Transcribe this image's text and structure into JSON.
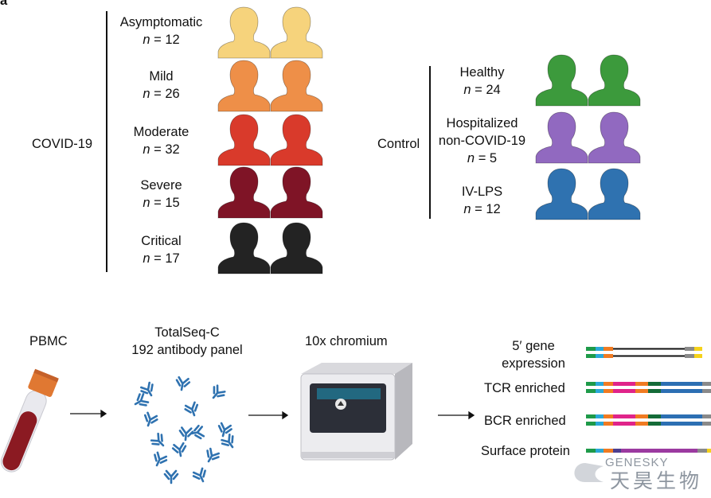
{
  "panel_letter": "a",
  "covid": {
    "label": "COVID-19",
    "groups": [
      {
        "name": "Asymptomatic",
        "n_prefix": "n",
        "n_value": "= 12",
        "color": "#f6d37c"
      },
      {
        "name": "Mild",
        "n_prefix": "n",
        "n_value": "= 26",
        "color": "#ee8f48"
      },
      {
        "name": "Moderate",
        "n_prefix": "n",
        "n_value": "= 32",
        "color": "#d93a2b"
      },
      {
        "name": "Severe",
        "n_prefix": "n",
        "n_value": "= 15",
        "color": "#7f1426"
      },
      {
        "name": "Critical",
        "n_prefix": "n",
        "n_value": "= 17",
        "color": "#232323"
      }
    ]
  },
  "control": {
    "label": "Control",
    "groups": [
      {
        "name": "Healthy",
        "name2": "",
        "n_prefix": "n",
        "n_value": "= 24",
        "color": "#3c9a3c"
      },
      {
        "name": "Hospitalized",
        "name2": "non-COVID-19",
        "n_prefix": "n",
        "n_value": "= 5",
        "color": "#9169c0"
      },
      {
        "name": "IV-LPS",
        "name2": "",
        "n_prefix": "n",
        "n_value": "= 12",
        "color": "#2f72b0"
      }
    ]
  },
  "workflow": {
    "pbmc": "PBMC",
    "panel_line1": "TotalSeq-C",
    "panel_line2": "192 antibody panel",
    "chromium": "10x chromium",
    "outputs": [
      {
        "line1": "5′ gene",
        "line2": "expression"
      },
      {
        "line1": "TCR enriched",
        "line2": ""
      },
      {
        "line1": "BCR enriched",
        "line2": ""
      },
      {
        "line1": "Surface protein",
        "line2": ""
      }
    ]
  },
  "colors": {
    "antibody": "#2f72b0",
    "tube_cap": "#e07832",
    "blood": "#8b1a22",
    "seg_green": "#1e9a49",
    "seg_cyan": "#2aa8d8",
    "seg_orange": "#f07b22",
    "seg_magenta": "#e0248a",
    "seg_darkgreen": "#146b38",
    "seg_blue": "#2c6fb3",
    "seg_gray": "#8a8a8a",
    "seg_yellow": "#f5d21a",
    "seg_purple": "#9b3aa0"
  },
  "watermark": {
    "latin": "GENESKY",
    "cjk": "天昊生物"
  }
}
